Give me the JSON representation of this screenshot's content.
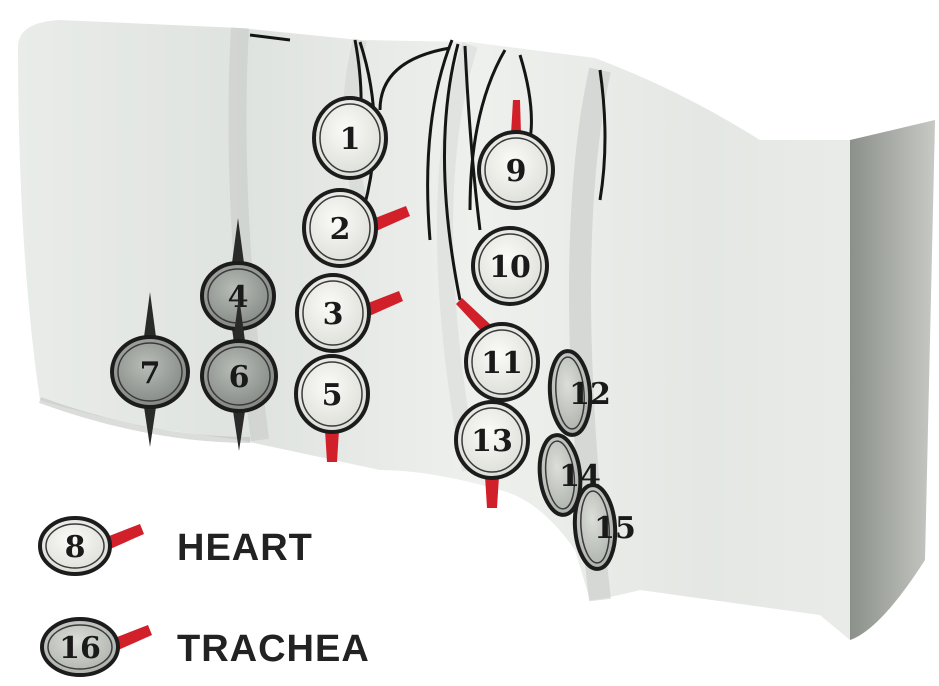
{
  "diagram": {
    "markers": [
      {
        "label": "1",
        "shade": "light",
        "tab": "none"
      },
      {
        "label": "2",
        "shade": "light",
        "tab": "right"
      },
      {
        "label": "3",
        "shade": "light",
        "tab": "right"
      },
      {
        "label": "4",
        "shade": "dark",
        "tab": "none"
      },
      {
        "label": "5",
        "shade": "light",
        "tab": "bottom"
      },
      {
        "label": "6",
        "shade": "dark",
        "tab": "none"
      },
      {
        "label": "7",
        "shade": "dark",
        "tab": "none"
      },
      {
        "label": "9",
        "shade": "light",
        "tab": "top"
      },
      {
        "label": "10",
        "shade": "light",
        "tab": "none"
      },
      {
        "label": "11",
        "shade": "light",
        "tab": "top-left"
      },
      {
        "label": "12",
        "shade": "mid",
        "tab": "none"
      },
      {
        "label": "13",
        "shade": "light",
        "tab": "bottom"
      },
      {
        "label": "14",
        "shade": "mid",
        "tab": "none"
      },
      {
        "label": "15",
        "shade": "mid",
        "tab": "none"
      }
    ],
    "legend": [
      {
        "marker_label": "8",
        "text": "HEART",
        "shade": "light"
      },
      {
        "marker_label": "16",
        "text": "TRACHEA",
        "shade": "mid"
      }
    ],
    "colors": {
      "body": "#e8ebe8",
      "body_shadow": "#c9ceca",
      "side": "#aeb2ad",
      "marker_light": "#f1f2ed",
      "marker_mid": "#c8cbc6",
      "marker_dark": "#9ea29e",
      "rim": "#1c1c1c",
      "tab": "#d2202a",
      "text": "#1a1a1a"
    }
  }
}
